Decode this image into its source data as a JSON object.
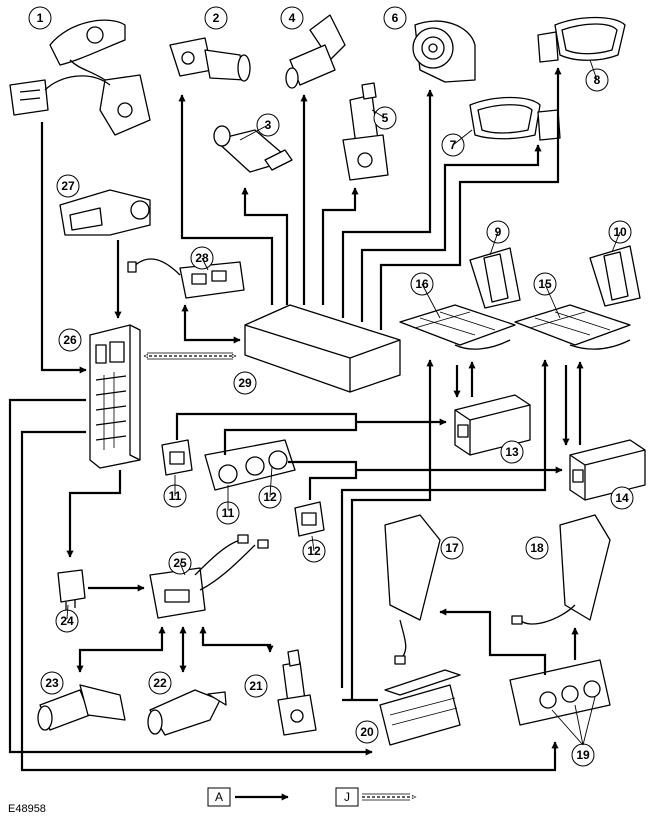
{
  "figure_code": "E48958",
  "components": [
    {
      "id": "1"
    },
    {
      "id": "2"
    },
    {
      "id": "3"
    },
    {
      "id": "4"
    },
    {
      "id": "5"
    },
    {
      "id": "6"
    },
    {
      "id": "7"
    },
    {
      "id": "8"
    },
    {
      "id": "9"
    },
    {
      "id": "10"
    },
    {
      "id": "11"
    },
    {
      "id": "12"
    },
    {
      "id": "13"
    },
    {
      "id": "14"
    },
    {
      "id": "15"
    },
    {
      "id": "16"
    },
    {
      "id": "17"
    },
    {
      "id": "18"
    },
    {
      "id": "19"
    },
    {
      "id": "20"
    },
    {
      "id": "21"
    },
    {
      "id": "22"
    },
    {
      "id": "23"
    },
    {
      "id": "24"
    },
    {
      "id": "25"
    },
    {
      "id": "26"
    },
    {
      "id": "27"
    },
    {
      "id": "28"
    },
    {
      "id": "29"
    }
  ],
  "legend": [
    {
      "letter": "A",
      "style": "solid"
    },
    {
      "letter": "J",
      "style": "dashed"
    }
  ]
}
